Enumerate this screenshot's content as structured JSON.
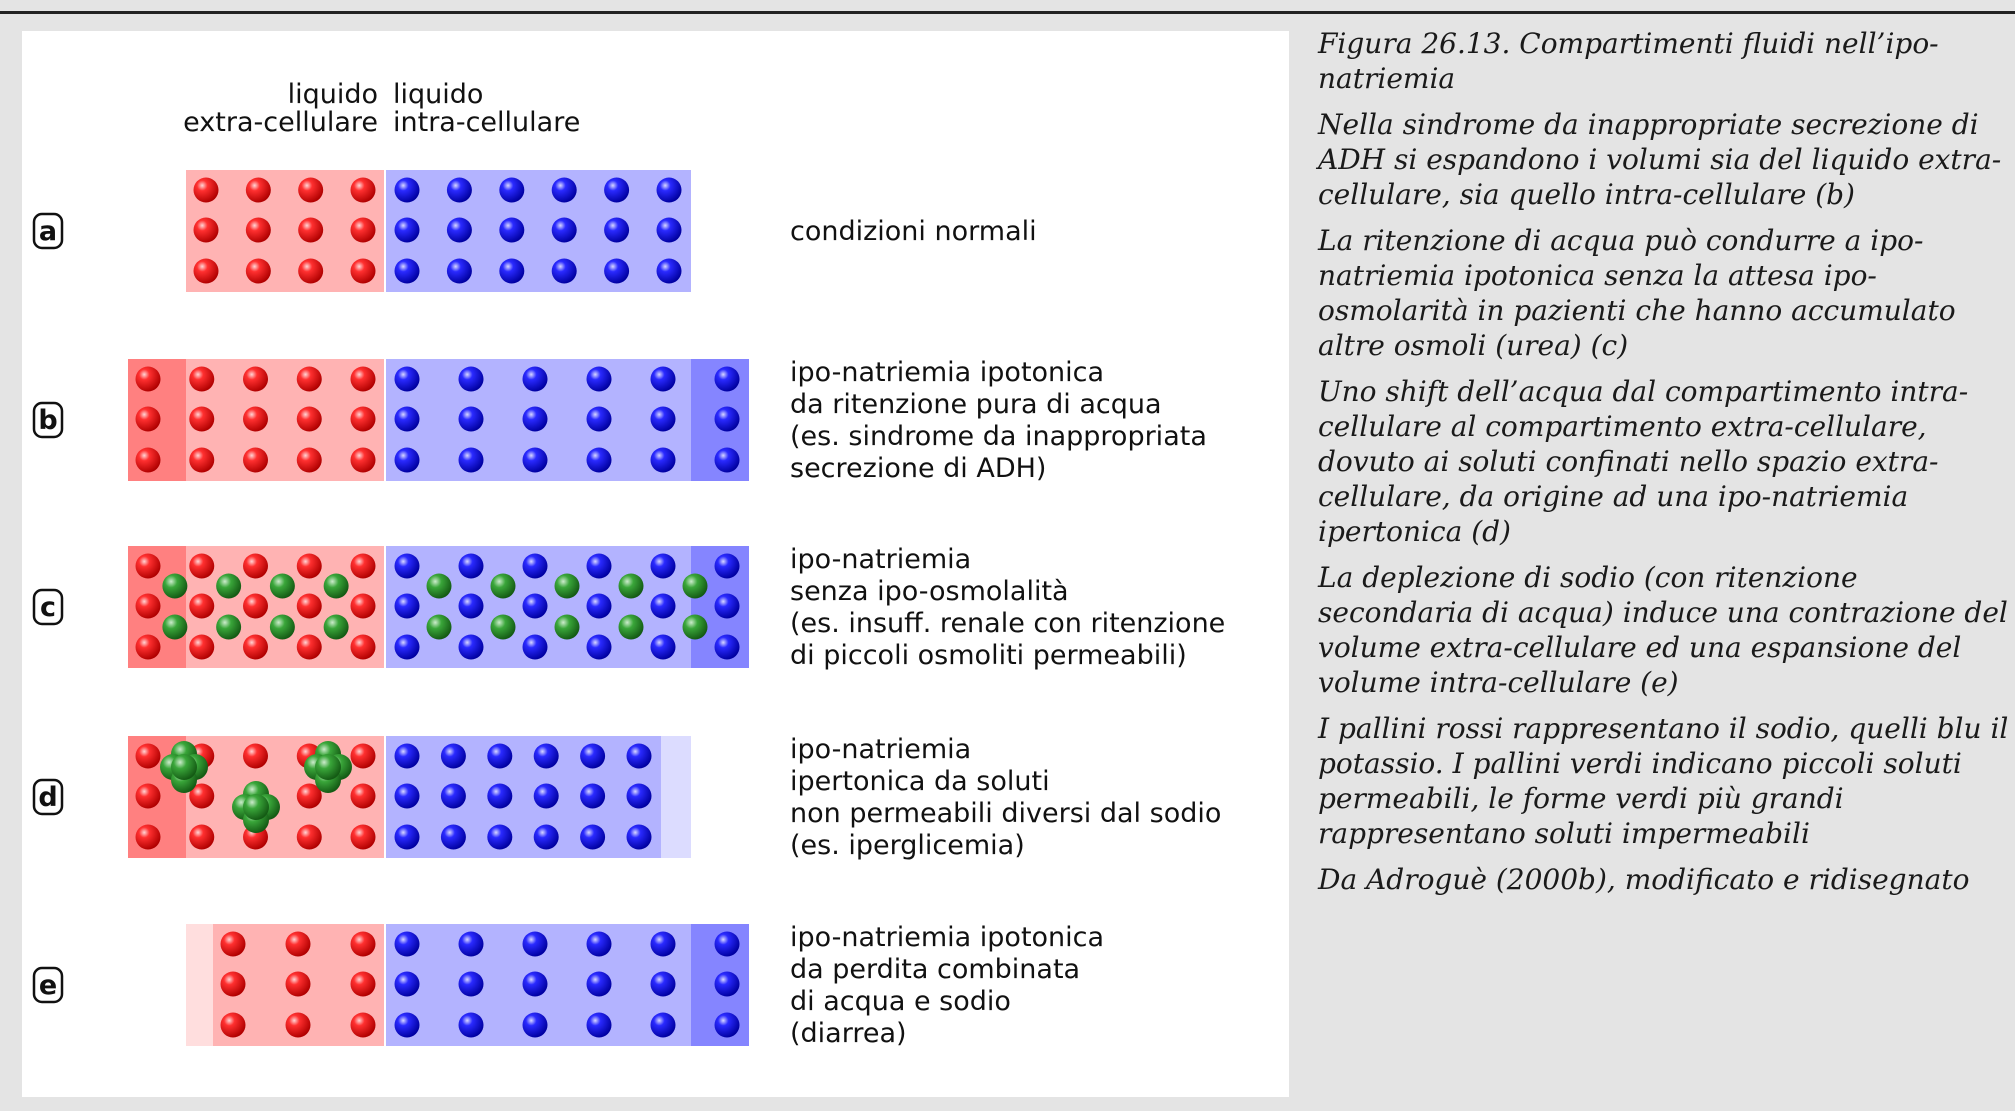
{
  "header": {
    "ecf_label_line1": "liquido",
    "ecf_label_line2": "extra-cellulare",
    "icf_label_line1": "liquido",
    "icf_label_line2": "intra-cellulare"
  },
  "rows": [
    {
      "id": "a",
      "letter": "a",
      "ecf_base_cols": 4,
      "icf_base_cols": 6,
      "ecf_change": "none",
      "icf_change": "none",
      "small_green": "none",
      "large_green_clusters": 0,
      "description": [
        "condizioni normali"
      ]
    },
    {
      "id": "b",
      "letter": "b",
      "ecf_base_cols": 4,
      "icf_base_cols": 5,
      "ecf_change": "expanded",
      "icf_change": "expanded",
      "small_green": "none",
      "large_green_clusters": 0,
      "description": [
        "ipo-natriemia ipotonica",
        "da ritenzione pura di acqua",
        "(es. sindrome da inappropriata",
        "secrezione di ADH)"
      ]
    },
    {
      "id": "c",
      "letter": "c",
      "ecf_base_cols": 4,
      "icf_base_cols": 5,
      "ecf_change": "expanded",
      "icf_change": "expanded",
      "small_green": "both",
      "large_green_clusters": 0,
      "description": [
        "ipo-natriemia",
        "senza ipo-osmolalità",
        "(es. insuff. renale con ritenzione",
        "di piccoli osmoliti permeabili)"
      ]
    },
    {
      "id": "d",
      "letter": "d",
      "ecf_base_cols": 4,
      "icf_base_cols": 6,
      "ecf_change": "expanded",
      "icf_change": "contracted",
      "small_green": "none",
      "large_green_clusters": 3,
      "description": [
        "ipo-natriemia",
        "ipertonica da soluti",
        "non permeabili diversi dal sodio",
        "(es. iperglicemia)"
      ]
    },
    {
      "id": "e",
      "letter": "e",
      "ecf_base_cols": 3,
      "icf_base_cols": 5,
      "ecf_change": "contracted",
      "icf_change": "expanded",
      "small_green": "none",
      "large_green_clusters": 0,
      "description": [
        "ipo-natriemia ipotonica",
        "da perdita combinata",
        "di acqua e sodio",
        "(diarrea)"
      ]
    }
  ],
  "legend_colors": {
    "sodium": "#ff2020",
    "potassium": "#2020ff",
    "small_permeable": "#3aaa3a",
    "large_impermeable": "#3aaa3a",
    "ecf_base": "#ffb3b3",
    "ecf_expansion": "#ff8080",
    "ecf_loss": "#ffdede",
    "icf_base": "#b3b3ff",
    "icf_expansion": "#8585ff",
    "icf_loss": "#dcdcff"
  },
  "caption": {
    "title": "Figura 26.13. Compartimenti fluidi nell’ipo-natriemia",
    "paragraphs": [
      "Nella sindrome da inappropriate secrezione di ADH si espandono i volumi sia del liquido extra-cellulare, sia quello intra-cellulare (b)",
      "La ritenzione di acqua può condurre a ipo-natriemia ipotonica senza la attesa ipo-osmolarità in pazienti che hanno accumulato altre osmoli (urea) (c)",
      "Uno shift dell’acqua dal compartimento intra-cellulare al compartimento extra-cellulare, dovuto ai soluti confinati nello spazio extra-cellulare, da origine ad una ipo-natriemia ipertonica (d)",
      "La deplezione di sodio (con ritenzione secondaria di acqua) induce una contrazione del volume extra-cellulare ed una espansione del volume intra-cellulare (e)",
      "I pallini rossi rappresentano il sodio, quelli blu il potassio. I pallini verdi indicano piccoli soluti permeabili, le forme verdi più grandi rappresentano soluti impermeabili",
      "Da Adroguè (2000b), modificato e ridisegnato"
    ]
  }
}
